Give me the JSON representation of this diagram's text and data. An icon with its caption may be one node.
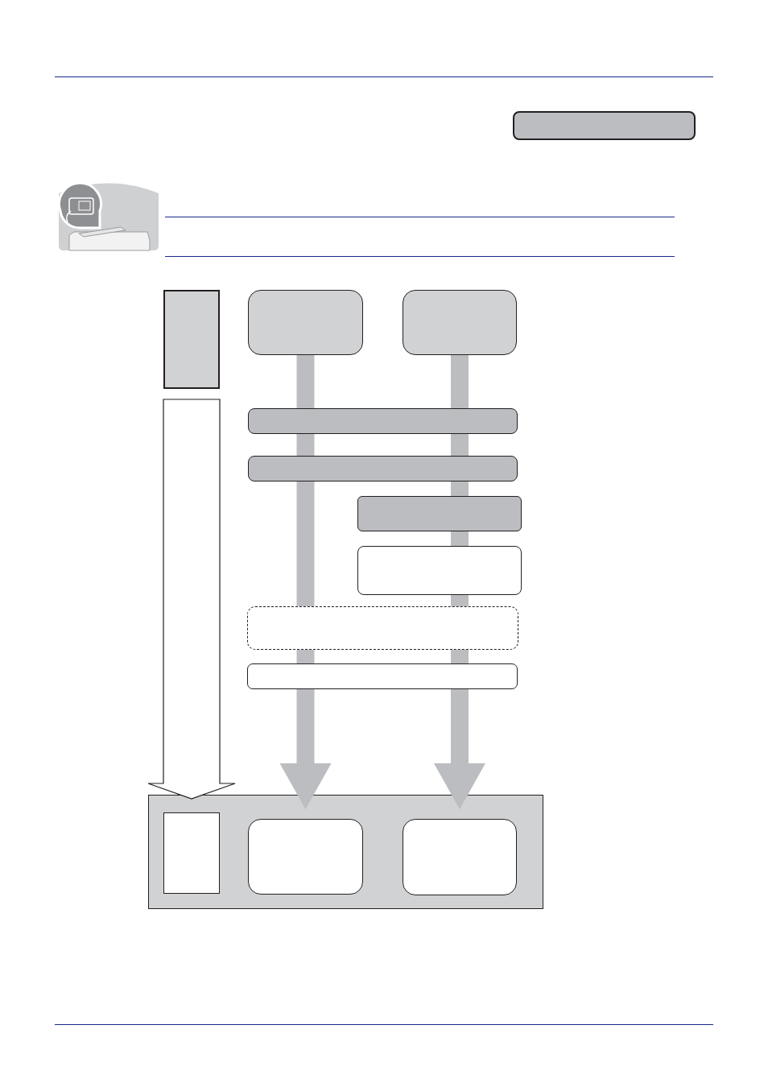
{
  "diagram": {
    "nodes": [
      {
        "text": [],
        "shape": "box"
      },
      {
        "text": [],
        "shape": "box"
      },
      {
        "text": [],
        "shape": "box"
      },
      {
        "text": [],
        "shape": "box"
      },
      {
        "text": [],
        "shape": "box"
      },
      {
        "text": [],
        "shape": "box"
      },
      {
        "text": [],
        "shape": "box"
      },
      {
        "text": [],
        "shape": "box"
      },
      {
        "text": [],
        "shape": "box"
      },
      {
        "text": [],
        "shape": "box"
      },
      {
        "text": [],
        "shape": "box"
      },
      {
        "text": [],
        "shape": "box",
        "in": 10
      },
      {
        "text": [],
        "shape": "box",
        "in": 10
      },
      {
        "text": [],
        "shape": "box",
        "in": 10
      }
    ],
    "edges": [
      {
        "from": 1,
        "to": 10,
        "arrow": "to",
        "color": "#ffffff"
      },
      {
        "from": 2,
        "to": 12,
        "arrow": "to"
      },
      {
        "from": 3,
        "to": 13,
        "arrow": "to"
      }
    ]
  }
}
